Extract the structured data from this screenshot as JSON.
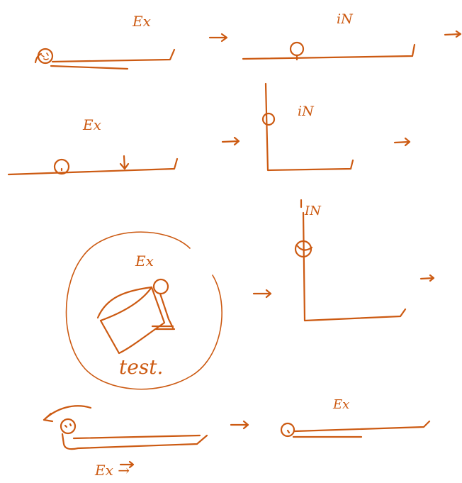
{
  "labels": {
    "row1_left": "Ex",
    "row1_right": "iN",
    "row2_left": "Ex",
    "row2_right": "iN",
    "row3_right": "IN",
    "row3_left": "Ex",
    "row3_test": "test.",
    "row4_right": "Ex",
    "row4_left": "Ex →"
  },
  "colors": {
    "ink": "#cc5a12",
    "background": "#ffffff"
  }
}
